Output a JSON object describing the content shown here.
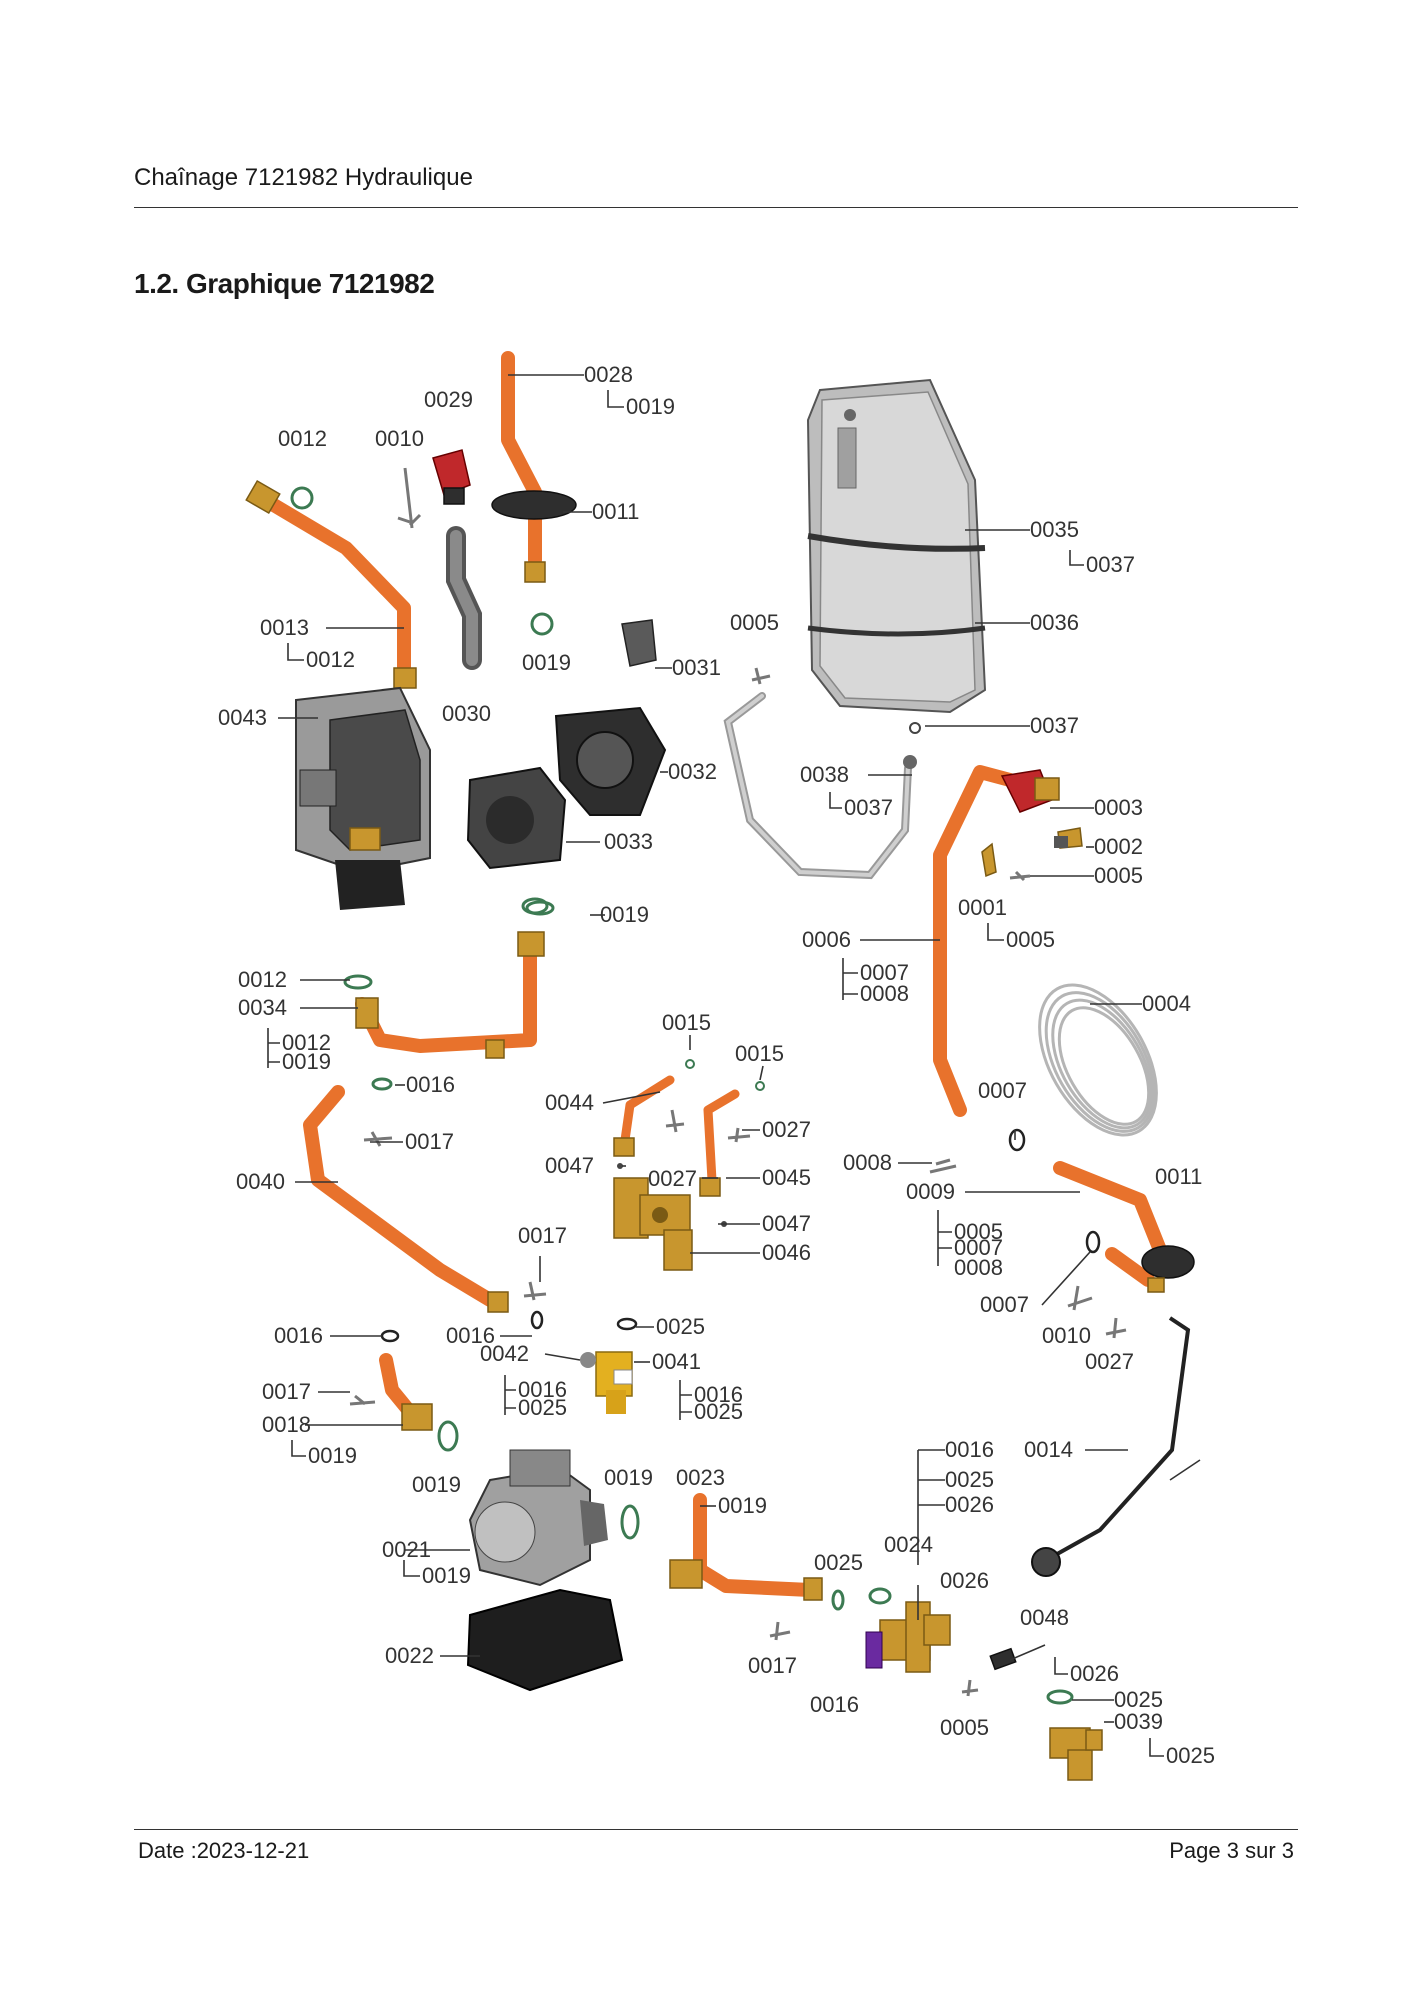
{
  "header": {
    "title": "Chaînage 7121982 Hydraulique"
  },
  "section": {
    "heading": "1.2. Graphique 7121982"
  },
  "diagram": {
    "labels": [
      "0028",
      "0019",
      "0029",
      "0012",
      "0010",
      "0011",
      "0035",
      "0037",
      "0013",
      "0012",
      "0019",
      "0005",
      "0031",
      "0036",
      "0043",
      "0030",
      "0037",
      "0032",
      "0038",
      "0037",
      "0003",
      "0033",
      "0002",
      "0005",
      "0001",
      "0019",
      "0005",
      "0006",
      "0007",
      "0008",
      "0012",
      "0034",
      "0012",
      "0019",
      "0004",
      "0015",
      "0016",
      "0015",
      "0044",
      "0027",
      "0017",
      "0007",
      "0040",
      "0047",
      "0027",
      "0045",
      "0008",
      "0011",
      "0009",
      "0047",
      "0005",
      "0007",
      "0008",
      "0046",
      "0017",
      "0007",
      "0016",
      "0025",
      "0016",
      "0010",
      "0027",
      "0042",
      "0041",
      "0016",
      "0025",
      "0016",
      "0025",
      "0017",
      "0018",
      "0019",
      "0016",
      "0014",
      "0025",
      "0026",
      "0019",
      "0019",
      "0023",
      "0019",
      "0021",
      "0019",
      "0025",
      "0024",
      "0026",
      "0048",
      "0026",
      "0022",
      "0017",
      "0016",
      "0005",
      "0025",
      "0039",
      "0025"
    ]
  },
  "footer": {
    "date": "Date :2023-12-21",
    "page": "Page 3 sur   3"
  }
}
